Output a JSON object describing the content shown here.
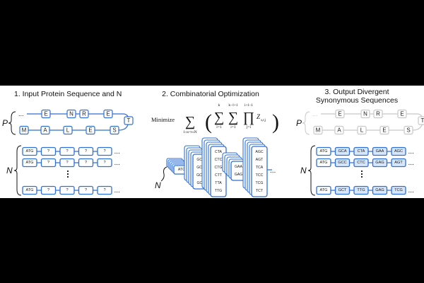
{
  "panels": {
    "input": {
      "title": "1. Input Protein Sequence and N"
    },
    "optimization": {
      "title": "2. Combinatorial Optimization"
    },
    "output": {
      "title_line1": "3. Output Divergent",
      "title_line2": "Synonymous Sequences"
    }
  },
  "protein": {
    "label": "P",
    "top_row": [
      "E",
      "N",
      "R",
      "E"
    ],
    "turn": "T",
    "bottom_row": [
      "M",
      "A",
      "L",
      "E",
      "S"
    ],
    "ellipsis": "..."
  },
  "input_rows": {
    "label": "N",
    "first_codon": "ATG",
    "placeholder": "?",
    "ellipsis": "..."
  },
  "formula": {
    "minimize": "Minimize",
    "outer_sum_sub": "1≤s<t≤N",
    "mid_sum_top": "k",
    "mid_sum_sub": "l=1",
    "inner_sum_top": "k−l+1",
    "inner_sum_sub": "i=1",
    "prod_top": "i+l−1",
    "prod_sub": "j=i",
    "term": "Z",
    "term_sub": "s,t,j"
  },
  "stacks": {
    "label": "N",
    "first": "ATG",
    "col2": [
      "GCA",
      "GCC",
      "GCG",
      "GCT"
    ],
    "col3": [
      "CTA",
      "CTC",
      "CTG",
      "CTT",
      "TTA",
      "TTG"
    ],
    "col4": [
      "GAA",
      "GAG"
    ],
    "col5": [
      "AGC",
      "AGT",
      "TCA",
      "TCC",
      "TCG",
      "TCT"
    ],
    "ellipsis": "..."
  },
  "output_rows": {
    "label": "N",
    "row1": [
      "ATG",
      "GCA",
      "CTA",
      "GAA",
      "AGC"
    ],
    "row2": [
      "ATG",
      "GCC",
      "CTC",
      "GAG",
      "AGT"
    ],
    "row3": [
      "ATG",
      "GCT",
      "TTG",
      "GAG",
      "TCG"
    ],
    "ellipsis": "..."
  },
  "colors": {
    "blue": "#2f6fd6",
    "light_blue": "#d6e6fb",
    "faded": "#c8c8c8",
    "ink": "#111111"
  }
}
